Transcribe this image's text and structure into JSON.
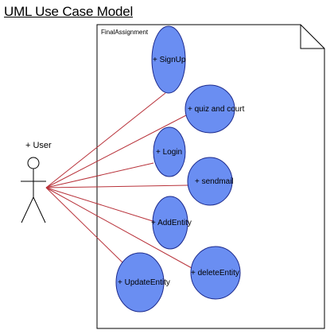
{
  "title": "UML Use Case Model",
  "system_boundary": {
    "name": "FinalAssignment"
  },
  "actor": {
    "name": "+ User"
  },
  "use_cases": [
    {
      "id": "signup",
      "label": "+ SignUp"
    },
    {
      "id": "quiz-and-court",
      "label": "+ quiz and court"
    },
    {
      "id": "login",
      "label": "+ Login"
    },
    {
      "id": "sendmail",
      "label": "+ sendmail"
    },
    {
      "id": "addentity",
      "label": "+ AddEntity"
    },
    {
      "id": "deleteentity",
      "label": "+ deleteEntity"
    },
    {
      "id": "updateentity",
      "label": "+ UpdateEntity"
    }
  ],
  "colors": {
    "use_case_fill": "#6a8ef2",
    "use_case_stroke": "#1c2a8c",
    "association_line": "#b8323a",
    "boundary_stroke": "#000000"
  }
}
